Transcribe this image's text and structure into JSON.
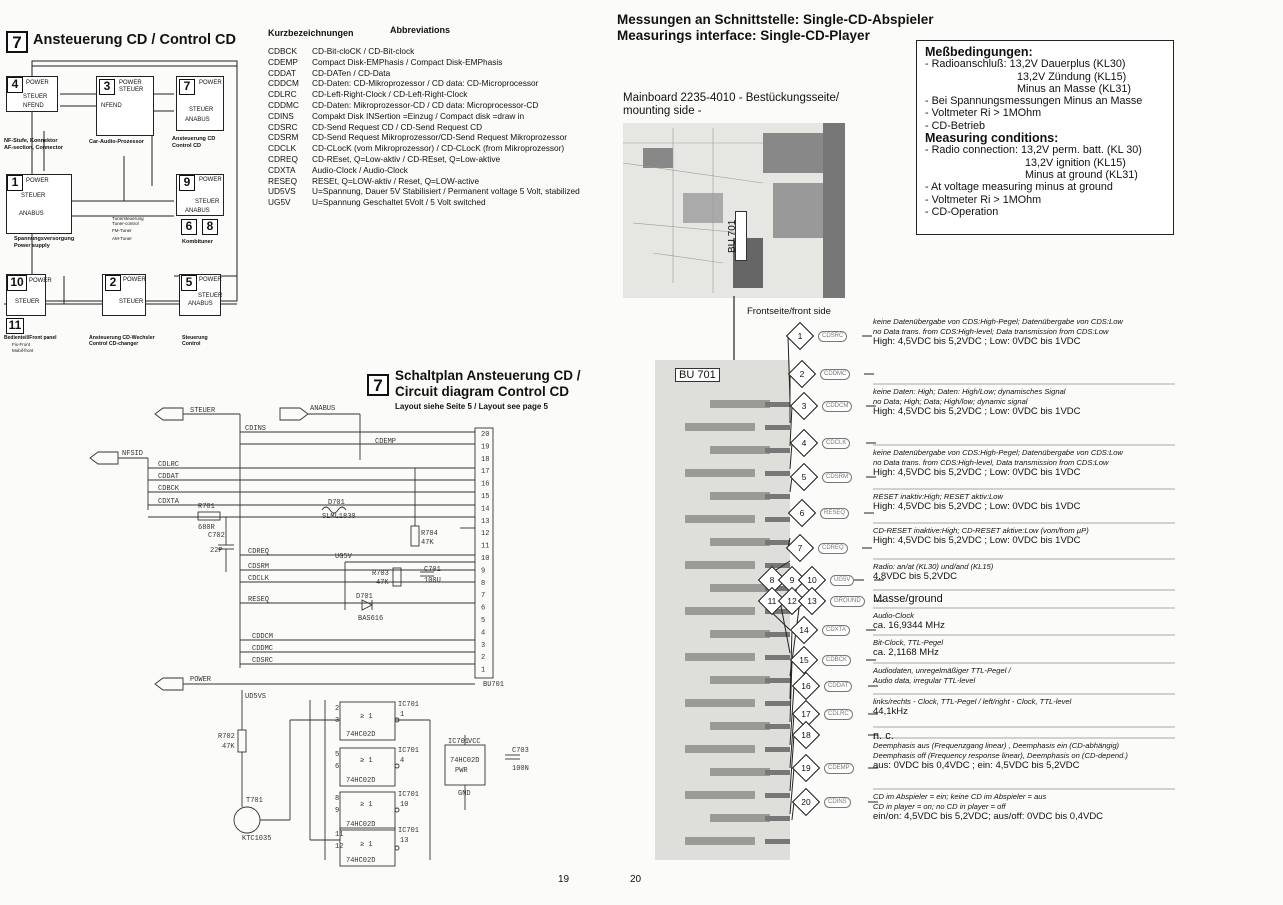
{
  "left": {
    "block_title_num": "7",
    "block_title": "Ansteuerung CD / Control CD",
    "blocks": [
      {
        "num": "4",
        "t1": "POWER",
        "t2": "STEUER",
        "t3": "NFEND"
      },
      {
        "num": "3",
        "t1": "POWER",
        "t2": "STEUER",
        "t3": "NFEND"
      },
      {
        "num": "7",
        "t1": "POWER",
        "t2": "STEUER",
        "t3": "ANABUS"
      },
      {
        "num": "1",
        "t1": "POWER",
        "t2": "STEUER",
        "t3": "ANABUS"
      },
      {
        "num": "9",
        "t1": "POWER",
        "t2": "STEUER",
        "t3": "ANABUS"
      },
      {
        "num": "10",
        "t1": "POWER",
        "t2": "STEUER",
        "t3": ""
      },
      {
        "num": "2",
        "t1": "POWER",
        "t2": "STEUER",
        "t3": ""
      },
      {
        "num": "5",
        "t1": "POWER",
        "t2": "STEUER",
        "t3": "ANABUS"
      }
    ],
    "block_nums_small": [
      "6",
      "8",
      "11"
    ],
    "captions": {
      "c4": "NF-Stufe, Konnektor\nAF-section, Connector",
      "c3": "Car-Audio-Prozessor",
      "c7": "Ansteuerung CD\nControl CD",
      "c1": "Spannungsversorgung\nPower supply",
      "c9": "Kombituner",
      "c11": "Bedienteil/Front panel",
      "c11a": "Fix-Front",
      "c11b": "Mobil-front",
      "c2": "Ansteuerung CD-Wechsler\nControl CD-changer",
      "c5": "Steuerung\nControl",
      "tuner1": "Tunersteuerung\nTuner-control",
      "tuner2": "FM-Tuner",
      "tuner3": "AM-Tuner"
    },
    "abbr_header1": "Kurzbezeichnungen",
    "abbr_header2": "Abbreviations",
    "abbreviations": [
      {
        "k": "CDBCK",
        "v": "CD-Bit-cloCK / CD-Bit-clock"
      },
      {
        "k": "CDEMP",
        "v": "Compact Disk-EMPhasis / Compact Disk-EMPhasis"
      },
      {
        "k": "CDDAT",
        "v": "CD-DATen / CD-Data"
      },
      {
        "k": "CDDCM",
        "v": "CD-Daten: CD-Mikroprozessor / CD data: CD-Microprocessor"
      },
      {
        "k": "CDLRC",
        "v": "CD-Left-Right-Clock / CD-Left-Right-Clock"
      },
      {
        "k": "CDDMC",
        "v": "CD-Daten: Mikroprozessor-CD / CD data: Microprocessor-CD"
      },
      {
        "k": "CDINS",
        "v": "Compakt Disk INSertion =Einzug / Compact disk =draw in"
      },
      {
        "k": "CDSRC",
        "v": "CD-Send Request CD / CD-Send Request CD"
      },
      {
        "k": "CDSRM",
        "v": "CD-Send Request Mikroprozessor/CD-Send Request Mikroprozessor"
      },
      {
        "k": "CDCLK",
        "v": "CD-CLocK (vom Mikroprozessor) / CD-CLocK (from Mikroprozessor)"
      },
      {
        "k": "CDREQ",
        "v": "CD-REset, Q=Low-aktiv / CD-REset, Q=Low-aktive"
      },
      {
        "k": "CDXTA",
        "v": "Audio-Clock / Audio-Clock"
      },
      {
        "k": "RESEQ",
        "v": "RESEt, Q=LOW-aktiv / Reset, Q=LOW-active"
      },
      {
        "k": "UD5VS",
        "v": "U=Spannung, Dauer 5V Stabilisiert / Permanent voltage 5 Volt, stabilized"
      },
      {
        "k": "UG5V",
        "v": "U=Spannung Geschaltet 5Volt / 5 Volt switched"
      }
    ],
    "schematic_num": "7",
    "schematic_title1": "Schaltplan Ansteuerung CD /",
    "schematic_title2": "Circuit diagram Control CD",
    "schematic_sub": "Layout siehe Seite 5 / Layout see page 5",
    "sch_labels": {
      "steuer": "STEUER",
      "anabus": "ANABUS",
      "nfsid": "NFSID",
      "power": "POWER",
      "cdins": "CDINS",
      "cdemp": "CDEMP",
      "cdlrc": "CDLRC",
      "cddat": "CDDAT",
      "cdbck": "CDBCK",
      "cdxta": "CDXTA",
      "r701": "R701",
      "r701v": "680R",
      "c702": "C702",
      "c702v": "22P",
      "d701": "D701",
      "d701v": "SLML1830",
      "r704": "R704",
      "r704v": "47K",
      "ug5v": "UG5V",
      "r703": "R703",
      "r703v": "47K",
      "c701": "C701",
      "c701v": "100U",
      "d701b": "D701",
      "bas": "BAS616",
      "cdreq": "CDREQ",
      "cdsrm": "CDSRM",
      "cdclk": "CDCLK",
      "reseq": "RESEQ",
      "cddcm": "CDDCM",
      "cddmc": "CDDMC",
      "cdsrc": "CDSRC",
      "ud5vs": "UD5VS",
      "r702": "R702",
      "r702v": "47K",
      "t701": "T701",
      "t701v": "KTC1035",
      "ic": "IC701",
      "hc": "74HC02D",
      "ge": "≥ 1",
      "vcc": "VCC",
      "gnd": "GND",
      "pwr": "PWR",
      "c703": "C703",
      "c703v": "100N",
      "bu701": "BU701"
    },
    "connector_pins": [
      "20",
      "19",
      "18",
      "17",
      "16",
      "15",
      "14",
      "13",
      "12",
      "11",
      "10",
      "9",
      "8",
      "7",
      "6",
      "5",
      "4",
      "3",
      "2",
      "1"
    ],
    "gate_pins": [
      "2",
      "3",
      "1",
      "5",
      "6",
      "4",
      "8",
      "9",
      "10",
      "11",
      "12",
      "13"
    ],
    "page_num": "19"
  },
  "right": {
    "title1": "Messungen an Schnittstelle: Single-CD-Abspieler",
    "title2": "Measurings interface: Single-CD-Player",
    "mainboard1": "Mainboard 2235-4010 - Bestückungsseite/",
    "mainboard2": "mounting side -",
    "bu_vertical": "BU 701",
    "bu_label": "BU 701",
    "front": "Frontseite/front side",
    "conditions": {
      "title_de": "Meßbedingungen:",
      "de": [
        "- Radioanschluß:   13,2V Dauerplus (KL30)",
        "13,2V Zündung (KL15)",
        "Minus an Masse (KL31)",
        "- Bei Spannungsmessungen Minus an Masse",
        "- Voltmeter Ri > 1MOhm",
        "- CD-Betrieb"
      ],
      "title_en": "Measuring conditions:",
      "en": [
        "- Radio connection:  13,2V perm. batt. (KL 30)",
        "13,2V ignition (KL15)",
        "Minus at ground (KL31)",
        "- At voltage measuring minus at ground",
        "- Voltmeter Ri > 1MOhm",
        "- CD-Operation"
      ]
    },
    "pins": [
      {
        "n": "1",
        "sig": "CDSRC"
      },
      {
        "n": "2",
        "sig": "CDDMC"
      },
      {
        "n": "3",
        "sig": "CDDCM"
      },
      {
        "n": "4",
        "sig": "CDCLK"
      },
      {
        "n": "5",
        "sig": "CDSRM"
      },
      {
        "n": "6",
        "sig": "RESEQ"
      },
      {
        "n": "7",
        "sig": "CDREQ"
      },
      {
        "n": "8",
        "sig": ""
      },
      {
        "n": "9",
        "sig": ""
      },
      {
        "n": "10",
        "sig": "UG5V"
      },
      {
        "n": "11",
        "sig": ""
      },
      {
        "n": "12",
        "sig": ""
      },
      {
        "n": "13",
        "sig": "GROUND"
      },
      {
        "n": "14",
        "sig": "CDXTA"
      },
      {
        "n": "15",
        "sig": "CDBCK"
      },
      {
        "n": "16",
        "sig": "CDDAT"
      },
      {
        "n": "17",
        "sig": "CDLRC"
      },
      {
        "n": "18",
        "sig": ""
      },
      {
        "n": "19",
        "sig": "CDEMP"
      },
      {
        "n": "20",
        "sig": "CDINS"
      }
    ],
    "meas": [
      {
        "l1": "keine Datenübergabe von CDS:High-Pegel; Datenübergabe von CDS:Low",
        "l2": "no Data trans. from CDS:High-level; Data transmission from CDS:Low",
        "l3": "High: 4,5VDC bis 5,2VDC ; Low: 0VDC bis 1VDC"
      },
      {
        "l1": "keine Daten: High; Daten: High/Low; dynamisches Signal",
        "l2": "no Data; High; Data; High/low; dynamic signal",
        "l3": "High: 4,5VDC bis 5,2VDC ; Low: 0VDC bis 1VDC"
      },
      {
        "l1": "keine Datenübergabe von CDS:High-Pegel; Datenübergabe von CDS:Low",
        "l2": "no Data trans. from CDS:High-level, Data transmission from CDS:Low",
        "l3": "High: 4,5VDC bis 5,2VDC ; Low: 0VDC bis 1VDC"
      },
      {
        "l1": "RESET inaktiv:High; RESET aktiv:Low",
        "l2": "",
        "l3": "High: 4,5VDC bis 5,2VDC ; Low: 0VDC bis 1VDC"
      },
      {
        "l1": "CD-RESET inaktive:High; CD-RESET aktive:Low (vom/from µP)",
        "l2": "",
        "l3": "High: 4,5VDC bis 5,2VDC ; Low: 0VDC bis 1VDC"
      },
      {
        "l1": "Radio: an/at (KL30) und/and (KL15)",
        "l2": "",
        "l3": "4,8VDC bis 5,2VDC"
      },
      {
        "l1": "Masse/ground",
        "l2": "",
        "l3": ""
      },
      {
        "l1": "Audio-Clock",
        "l2": "",
        "l3": "ca. 16,9344 MHz"
      },
      {
        "l1": "Bit-Clock, TTL-Pegel",
        "l2": "",
        "l3": "ca. 2,1168 MHz"
      },
      {
        "l1": "Audiodaten, unregelmäßiger TTL-Pegel /",
        "l2": "Audio data, irregular TTL-level",
        "l3": ""
      },
      {
        "l1": "links/rechts - Clock, TTL-Pegel / left/right - Clock, TTL-level",
        "l2": "",
        "l3": "44,1kHz"
      },
      {
        "l1": "n. c.",
        "l2": "",
        "l3": ""
      },
      {
        "l1": "Deemphasis aus (Frequenzgang linear) , Deemphasis ein (CD-abhängig)",
        "l2": "Deemphasis off (Frequency response linear), Deemphasis on (CD-depend.)",
        "l3": "aus: 0VDC bis 0,4VDC ; ein: 4,5VDC bis 5,2VDC"
      },
      {
        "l1": "CD im Abspieler = ein; keine CD im Abspieler = aus",
        "l2": "CD in player = on; no CD in player = off",
        "l3": "ein/on: 4,5VDC bis 5,2VDC; aus/off: 0VDC bis 0,4VDC"
      }
    ],
    "page_num": "20"
  }
}
